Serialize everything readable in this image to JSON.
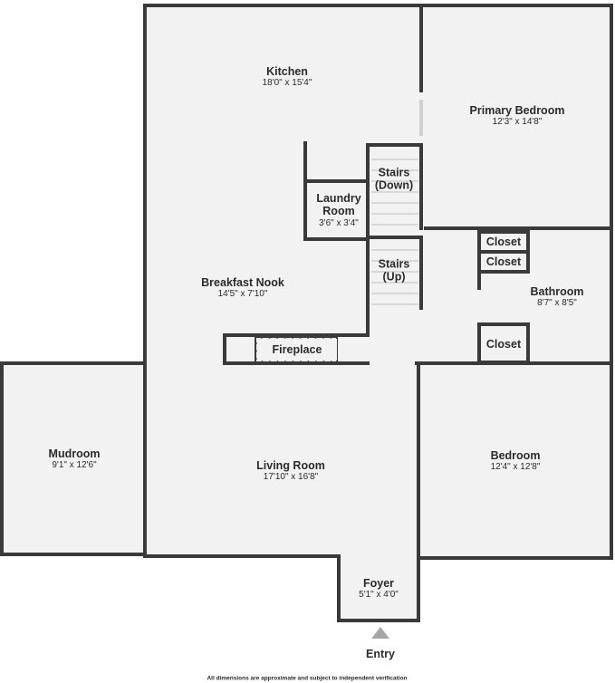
{
  "rooms": {
    "kitchen": {
      "name": "Kitchen",
      "dims": "18'0\" x 15'4\""
    },
    "primary_bedroom": {
      "name": "Primary Bedroom",
      "dims": "12'3\" x 14'8\""
    },
    "stairs_down": {
      "name": "Stairs\n(Down)"
    },
    "laundry": {
      "name": "Laundry\nRoom",
      "dims": "3'6\" x 3'4\""
    },
    "closet_1": {
      "name": "Closet"
    },
    "closet_2": {
      "name": "Closet"
    },
    "closet_3": {
      "name": "Closet"
    },
    "stairs_up": {
      "name": "Stairs\n(Up)"
    },
    "breakfast_nook": {
      "name": "Breakfast Nook",
      "dims": "14'5\" x 7'10\""
    },
    "bathroom": {
      "name": "Bathroom",
      "dims": "8'7\" x 8'5\""
    },
    "fireplace": {
      "name": "Fireplace"
    },
    "mudroom": {
      "name": "Mudroom",
      "dims": "9'1\" x 12'6\""
    },
    "living_room": {
      "name": "Living Room",
      "dims": "17'10\" x 16'8\""
    },
    "bedroom": {
      "name": "Bedroom",
      "dims": "12'4\" x 12'8\""
    },
    "foyer": {
      "name": "Foyer",
      "dims": "5'1\" x 4'0\""
    }
  },
  "entry_label": "Entry",
  "footnote": "All dimensions are approximate and subject to independent verification",
  "colors": {
    "wall": "#3a3a3a",
    "floor": "#f2f2f2",
    "window": "#cfcfcf",
    "entry_arrow": "#a6a6a6"
  }
}
